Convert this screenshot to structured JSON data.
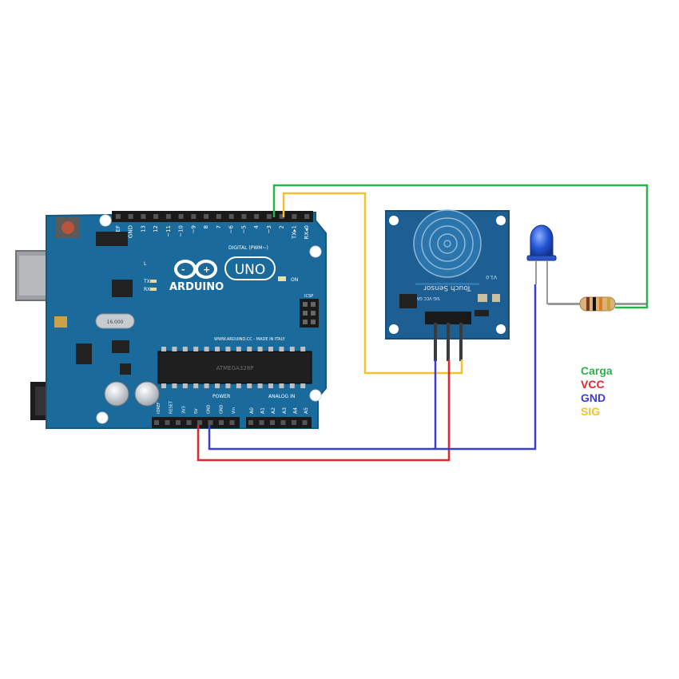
{
  "board": {
    "logo": "ARDUINO",
    "model": "UNO",
    "digital_label": "DIGITAL (PWM~)",
    "analog_label": "ANALOG IN",
    "power_label": "POWER",
    "on_label": "ON",
    "site": "WWW.ARDUINO.CC - MADE IN ITALY",
    "digital_pins": [
      "AREF",
      "GND",
      "13",
      "12",
      "~11",
      "~10",
      "~9",
      "8",
      "7",
      "~6",
      "~5",
      "4",
      "~3",
      "2",
      "TX▸1",
      "RX◂0"
    ],
    "power_pins": [
      "IOREF",
      "RESET",
      "3V3",
      "5V",
      "GND",
      "GND",
      "Vin"
    ],
    "analog_pins": [
      "A0",
      "A1",
      "A2",
      "A3",
      "A4",
      "A5"
    ],
    "chip_label": "ATMEGA328P",
    "crystal_label": "16.000",
    "led_labels": [
      "L",
      "TX",
      "RX"
    ],
    "icsp_label": "ICSP"
  },
  "sensor": {
    "label": "Touch Sensor",
    "version": "V1.0",
    "pins": "SIG VCC GND"
  },
  "legend": [
    {
      "label": "Carga",
      "color": "#2bb24c"
    },
    {
      "label": "VCC",
      "color": "#e3262e"
    },
    {
      "label": "GND",
      "color": "#3b3fd1"
    },
    {
      "label": "SIG",
      "color": "#f2c230"
    }
  ],
  "colors": {
    "board": "#1b6a9c",
    "board_dark": "#145a86",
    "sensor": "#1d5f93",
    "led": "#2456d6",
    "resistor": "#d9b27a"
  }
}
